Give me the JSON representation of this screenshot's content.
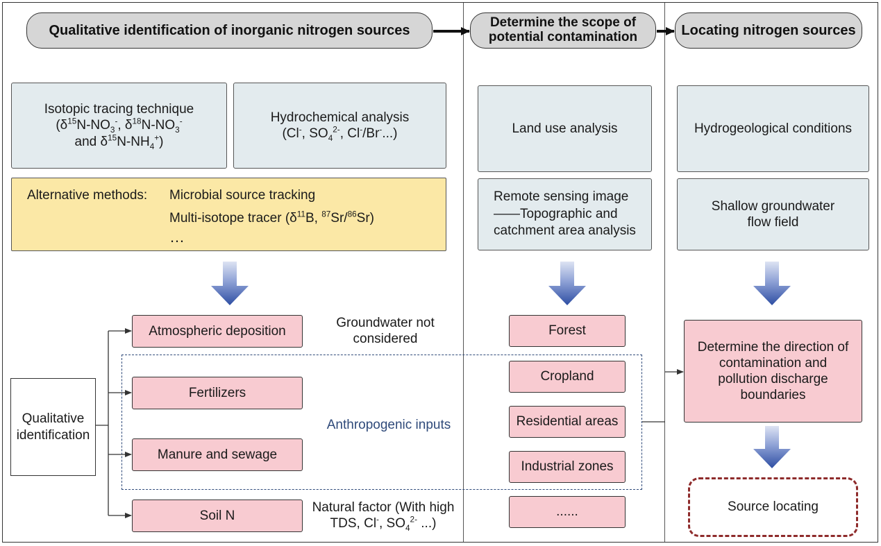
{
  "stages": [
    {
      "title": "Qualitative identification of inorganic nitrogen sources"
    },
    {
      "title_line1": "Determine the scope of",
      "title_line2": "potential contamination"
    },
    {
      "title": "Locating nitrogen sources"
    }
  ],
  "col1": {
    "isotopic": {
      "line1": "Isotopic tracing technique",
      "line2_parts": [
        "(δ",
        "15",
        "N-NO",
        "3",
        "-",
        ", δ",
        "18",
        "N-NO",
        "3",
        "-"
      ],
      "line3_parts": [
        "and δ",
        "15",
        "N-NH",
        "4",
        "+",
        ")"
      ]
    },
    "hydrochemical": {
      "line1": "Hydrochemical analysis",
      "line2_parts": [
        "(Cl",
        "-",
        ", SO",
        "4",
        "2-",
        ", Cl",
        "-",
        "/Br",
        "-",
        "...)"
      ]
    },
    "alternative": {
      "label": "Alternative methods:",
      "item1": "Microbial source tracking",
      "item2_parts": [
        "Multi-isotope tracer (δ",
        "11",
        "B, ",
        "87",
        "Sr/",
        "86",
        "Sr)"
      ],
      "item3": "…"
    },
    "qualitative_box": {
      "line1": "Qualitative",
      "line2": "identification"
    },
    "sources": [
      {
        "label": "Atmospheric deposition"
      },
      {
        "label": "Fertilizers"
      },
      {
        "label": "Manure and sewage"
      },
      {
        "label": "Soil N"
      }
    ],
    "note_atmospheric": {
      "line1": "Groundwater not",
      "line2": "considered"
    },
    "anthropogenic_label": "Anthropogenic inputs",
    "natural_note": {
      "line1": "Natural factor (With high",
      "line2_parts": [
        "TDS, Cl",
        "-",
        ", SO",
        "4",
        "2-",
        " ...)"
      ]
    }
  },
  "col2": {
    "land_use": "Land use analysis",
    "remote_sensing": {
      "line1": "Remote sensing image",
      "line2": "——Topographic and",
      "line3": "catchment area analysis"
    },
    "land_types": [
      {
        "label": "Forest"
      },
      {
        "label": "Cropland"
      },
      {
        "label": "Residential areas"
      },
      {
        "label": "Industrial zones"
      },
      {
        "label": "......"
      }
    ]
  },
  "col3": {
    "hydrogeological": "Hydrogeological conditions",
    "flow_field": {
      "line1": "Shallow groundwater",
      "line2": "flow field"
    },
    "direction": {
      "line1": "Determine the direction of",
      "line2": "contamination and",
      "line3": "pollution discharge",
      "line4": "boundaries"
    },
    "source_locating": "Source locating"
  },
  "colors": {
    "pink": "#f8cbd1",
    "blue_grey": "#e3ebee",
    "yellow": "#fbe8a6",
    "pill_grey": "#d6d6d6",
    "arrow_blue_dark": "#2e4ea3",
    "anthropogenic_text": "#2f4a7a",
    "source_locating_border": "#8e2b2b"
  }
}
